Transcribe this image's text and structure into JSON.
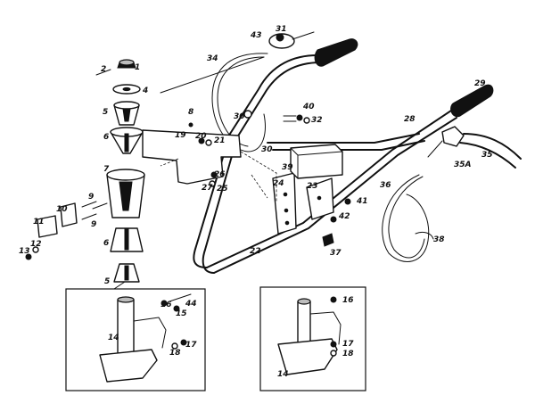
{
  "diagram": {
    "labels": {
      "p1": "1",
      "p2": "2",
      "p4": "4",
      "p5a": "5",
      "p5b": "5",
      "p6a": "6",
      "p6b": "6",
      "p7": "7",
      "p8": "8",
      "p9a": "9",
      "p9b": "9",
      "p10": "10",
      "p11": "11",
      "p12": "12",
      "p13": "13",
      "p14a": "14",
      "p14b": "14",
      "p15": "15",
      "p16a": "16",
      "p16b": "16",
      "p17a": "17",
      "p17b": "17",
      "p18a": "18",
      "p18b": "18",
      "p19": "19",
      "p20": "20",
      "p21": "21",
      "p22": "22",
      "p23": "23",
      "p24": "24",
      "p25": "25",
      "p26": "26",
      "p27": "27",
      "p28": "28",
      "p29": "29",
      "p30a": "30",
      "p30b": "30",
      "p31": "31",
      "p32": "32",
      "p34": "34",
      "p35": "35",
      "p35a": "35A",
      "p36": "36",
      "p37": "37",
      "p38": "38",
      "p39": "39",
      "p40": "40",
      "p41": "41",
      "p42": "42",
      "p43": "43",
      "p44": "44"
    }
  }
}
